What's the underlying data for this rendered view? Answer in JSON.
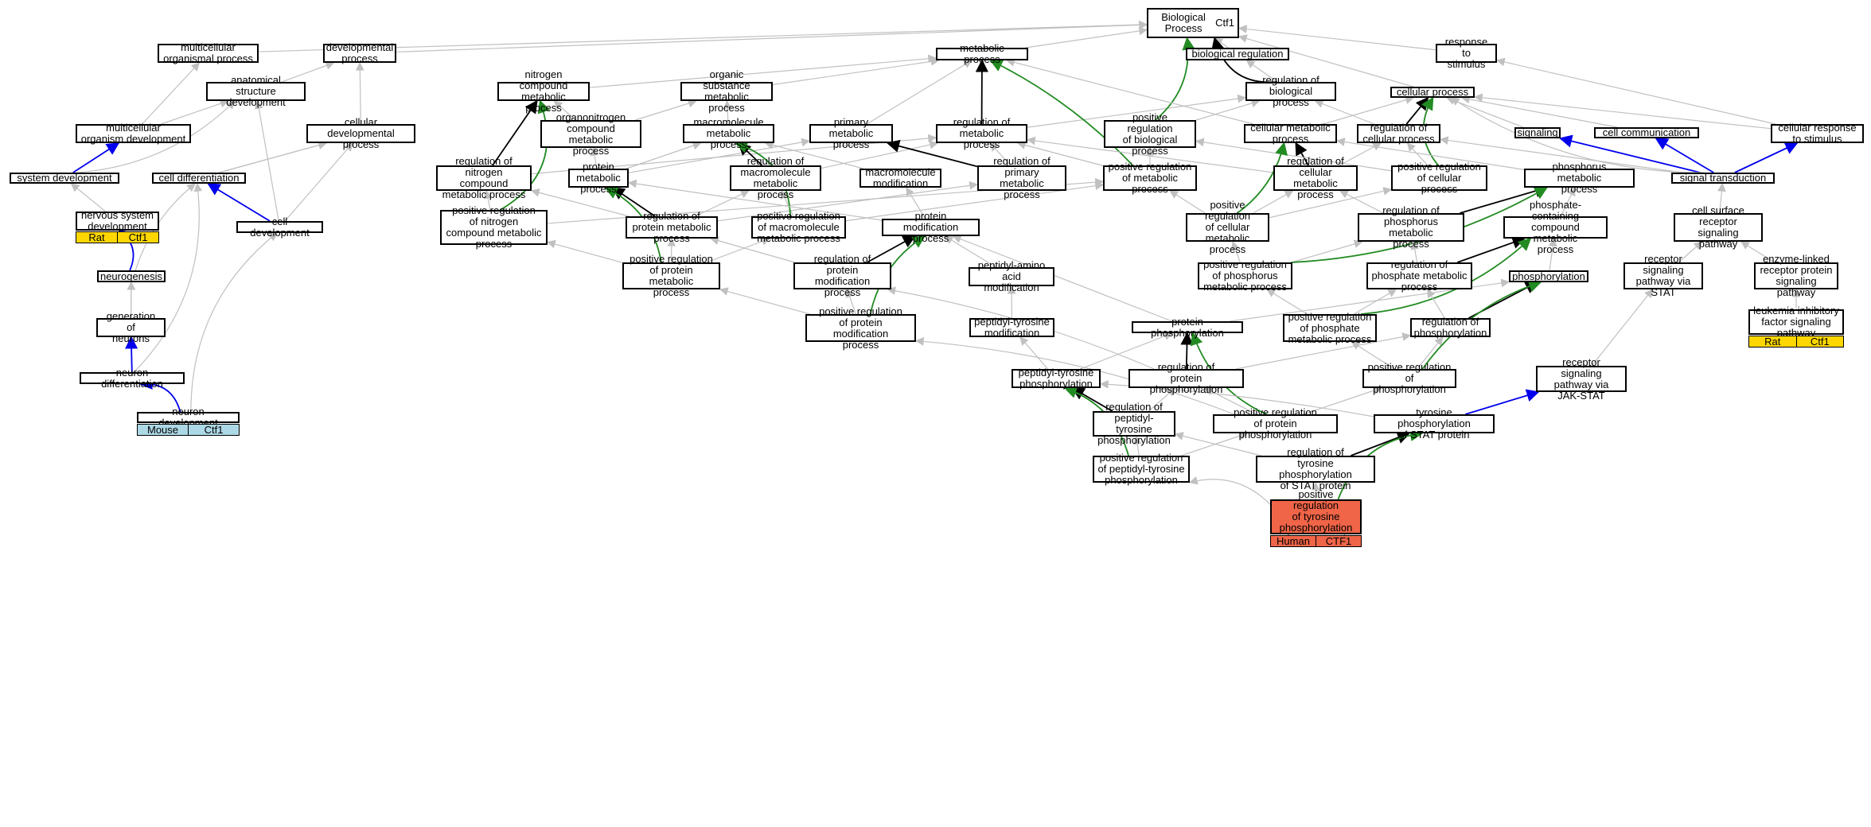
{
  "root": {
    "term": "Biological Process",
    "gene": "Ctf1"
  },
  "nodes": {
    "multicellular_organismal_process": "multicellular\norganismal process",
    "developmental_process": "developmental\nprocess",
    "metabolic_process": "metabolic process",
    "biological_regulation": "biological regulation",
    "response_to_stimulus": "response to\nstimulus",
    "anatomical_structure_development": "anatomical structure\ndevelopment",
    "nitrogen_compound_metabolic_process": "nitrogen compound\nmetabolic process",
    "organic_substance_metabolic_process": "organic substance\nmetabolic process",
    "regulation_of_biological_process": "regulation of\nbiological process",
    "cellular_process": "cellular process",
    "multicellular_organism_development": "multicellular\norganism development",
    "cellular_developmental_process": "cellular developmental\nprocess",
    "organonitrogen_compound_metabolic_process": "organonitrogen\ncompound metabolic\nprocess",
    "macromolecule_metabolic_process": "macromolecule\nmetabolic process",
    "primary_metabolic_process": "primary metabolic\nprocess",
    "regulation_of_metabolic_process": "regulation of\nmetabolic process",
    "positive_regulation_of_biological_process": "positive regulation\nof biological\nprocess",
    "cellular_metabolic_process": "cellular metabolic\nprocess",
    "regulation_of_cellular_process": "regulation of\ncellular process",
    "signaling": "signaling",
    "cell_communication": "cell communication",
    "cellular_response_to_stimulus": "cellular response\nto stimulus",
    "system_development": "system development",
    "cell_differentiation": "cell differentiation",
    "regulation_of_nitrogen_compound_metabolic_process": "regulation of\nnitrogen compound\nmetabolic process",
    "protein_metabolic_process": "protein metabolic\nprocess",
    "regulation_of_macromolecule_metabolic_process": "regulation of\nmacromolecule\nmetabolic process",
    "macromolecule_modification": "macromolecule\nmodification",
    "regulation_of_primary_metabolic_process": "regulation of\nprimary metabolic\nprocess",
    "positive_regulation_of_metabolic_process": "positive regulation\nof metabolic\nprocess",
    "regulation_of_cellular_metabolic_process": "regulation of\ncellular metabolic\nprocess",
    "positive_regulation_of_cellular_process": "positive regulation\nof cellular\nprocess",
    "phosphorus_metabolic_process": "phosphorus metabolic\nprocess",
    "signal_transduction": "signal transduction",
    "nervous_system_development": "nervous system\ndevelopment",
    "cell_development": "cell development",
    "positive_regulation_of_nitrogen_compound_metabolic_process": "positive regulation\nof nitrogen\ncompound metabolic\nprocess",
    "regulation_of_protein_metabolic_process": "regulation of\nprotein metabolic\nprocess",
    "positive_regulation_of_macromolecule_metabolic_process": "positive regulation\nof macromolecule\nmetabolic process",
    "protein_modification_process": "protein modification\nprocess",
    "positive_regulation_of_cellular_metabolic_process": "positive regulation\nof cellular\nmetabolic process",
    "regulation_of_phosphorus_metabolic_process": "regulation of\nphosphorus metabolic\nprocess",
    "phosphate_containing_compound_metabolic_process": "phosphate-containing\ncompound metabolic\nprocess",
    "cell_surface_receptor_signaling_pathway": "cell surface\nreceptor signaling\npathway",
    "neurogenesis": "neurogenesis",
    "positive_regulation_of_protein_metabolic_process": "positive regulation\nof protein metabolic\nprocess",
    "regulation_of_protein_modification_process": "regulation of\nprotein modification\nprocess",
    "peptidyl_amino_acid_modification": "peptidyl-amino\nacid modification",
    "positive_regulation_of_phosphorus_metabolic_process": "positive regulation\nof phosphorus\nmetabolic process",
    "regulation_of_phosphate_metabolic_process": "regulation of\nphosphate metabolic\nprocess",
    "phosphorylation": "phosphorylation",
    "receptor_signaling_pathway_via_stat": "receptor signaling\npathway via\nSTAT",
    "enzyme_linked_receptor_protein_signaling_pathway": "enzyme-linked\nreceptor protein\nsignaling pathway",
    "generation_of_neurons": "generation of\nneurons",
    "positive_regulation_of_protein_modification_process": "positive regulation\nof protein modification\nprocess",
    "peptidyl_tyrosine_modification": "peptidyl-tyrosine\nmodification",
    "protein_phosphorylation": "protein phosphorylation",
    "positive_regulation_of_phosphate_metabolic_process": "positive regulation\nof phosphate\nmetabolic process",
    "regulation_of_phosphorylation": "regulation of\nphosphorylation",
    "leukemia_inhibitory_factor_signaling_pathway": "leukemia inhibitory\nfactor signaling\npathway",
    "neuron_differentiation": "neuron differentiation",
    "peptidyl_tyrosine_phosphorylation": "peptidyl-tyrosine\nphosphorylation",
    "regulation_of_protein_phosphorylation": "regulation of\nprotein phosphorylation",
    "positive_regulation_of_phosphorylation": "positive regulation\nof phosphorylation",
    "receptor_signaling_pathway_via_jak_stat": "receptor signaling\npathway via\nJAK-STAT",
    "neuron_development": "neuron development",
    "regulation_of_peptidyl_tyrosine_phosphorylation": "regulation of\npeptidyl-tyrosine\nphosphorylation",
    "positive_regulation_of_protein_phosphorylation": "positive regulation\nof protein phosphorylation",
    "tyrosine_phosphorylation_of_stat_protein": "tyrosine phosphorylation\nof STAT protein",
    "positive_regulation_of_peptidyl_tyrosine_phosphorylation": "positive regulation\nof peptidyl-tyrosine\nphosphorylation",
    "regulation_of_tyrosine_phosphorylation_of_stat_protein": "regulation of\ntyrosine phosphorylation\nof STAT protein",
    "positive_regulation_of_tyrosine_phosphorylation_of_stat_protein": "positive regulation\nof tyrosine\nphosphorylation\nof STAT protein"
  },
  "annotations": {
    "nervous_system_development": {
      "species": "Rat",
      "gene": "Ctf1",
      "color": "#ffd700"
    },
    "leukemia_inhibitory_factor_signaling_pathway": {
      "species": "Rat",
      "gene": "Ctf1",
      "color": "#ffd700"
    },
    "neuron_development": {
      "species": "Mouse",
      "gene": "Ctf1",
      "color": "#add8e6"
    },
    "positive_regulation_of_tyrosine_phosphorylation_of_stat_protein": {
      "species": "Human",
      "gene": "CTF1",
      "color": "#f06448"
    }
  },
  "edge_colors": {
    "is_a": "#c0c0c0",
    "part_of": "#000000",
    "positively_regulates": "#228b22",
    "regulates_other": "#0000ee"
  },
  "highlight_node": "positive_regulation_of_tyrosine_phosphorylation_of_stat_protein",
  "highlight_color": "#f06448"
}
